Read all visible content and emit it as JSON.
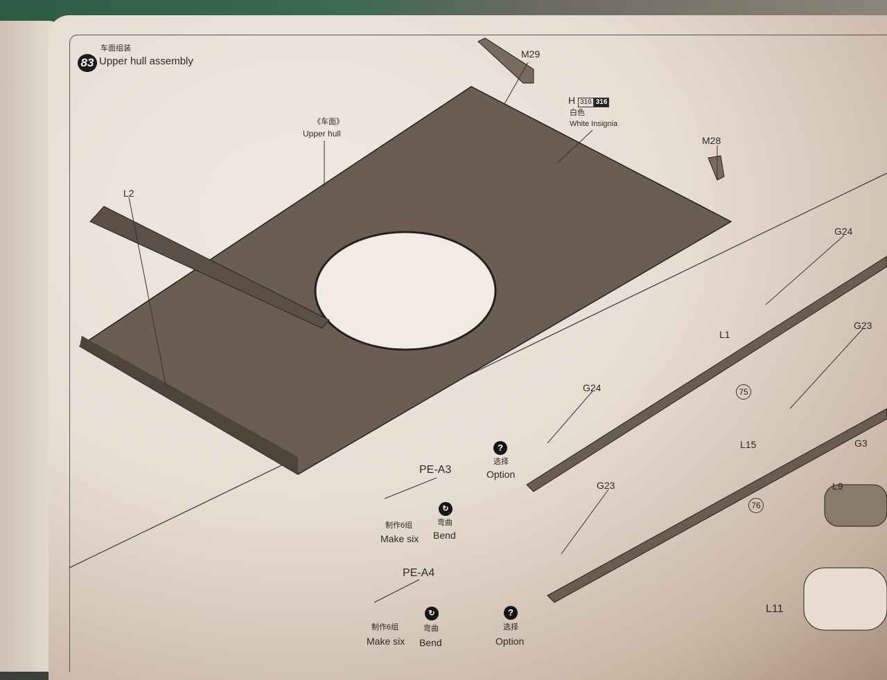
{
  "step": {
    "number": "83",
    "title_cn": "车面组装",
    "title_en": "Upper  hull assembly"
  },
  "hull": {
    "label_cn": "《车面》",
    "label_en": "Upper hull"
  },
  "parts": {
    "m29": "M29",
    "m28": "M28",
    "l2": "L2",
    "l1": "L1",
    "l15": "L15",
    "l9": "L9",
    "l11": "L11",
    "g24a": "G24",
    "g24b": "G24",
    "g23a": "G23",
    "g23b": "G23",
    "g3": "G3"
  },
  "paint": {
    "letter": "H",
    "code_outline": "316",
    "code_solid": "316",
    "color_cn": "白色",
    "color_en": "White Insignia"
  },
  "options": {
    "circle_75": "75",
    "circle_76": "76"
  },
  "pe_a3": {
    "label": "PE-A3",
    "make_cn": "制作6组",
    "make_en": "Make six",
    "bend_cn": "弯曲",
    "bend_en": "Bend",
    "option_cn": "选择",
    "option_en": "Option",
    "q": "?"
  },
  "pe_a4": {
    "label": "PE-A4",
    "make_cn": "制作6组",
    "make_en": "Make six",
    "bend_cn": "弯曲",
    "bend_en": "Bend",
    "option_cn": "选择",
    "option_en": "Option",
    "q": "?"
  }
}
